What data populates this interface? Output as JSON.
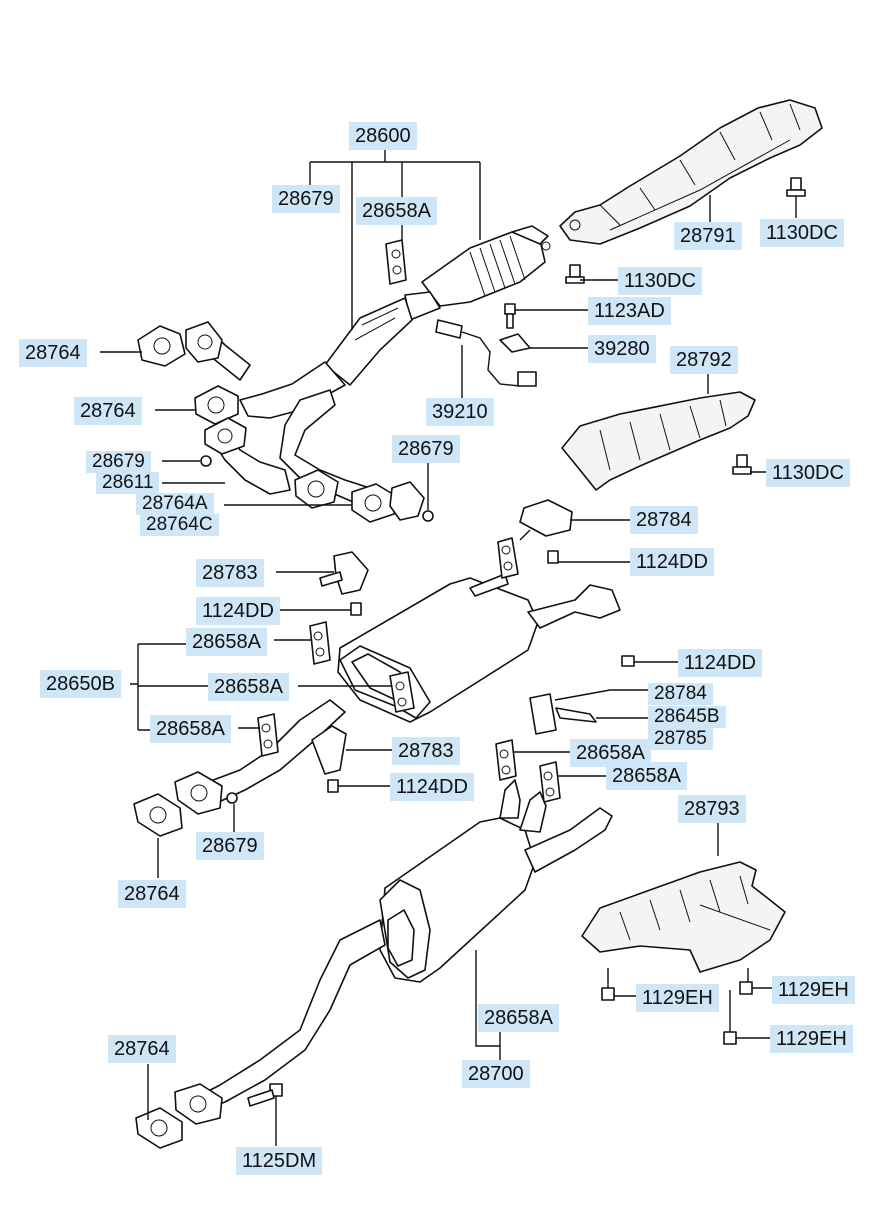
{
  "labels": {
    "l28600": "28600",
    "l28679a": "28679",
    "l28658A_top": "28658A",
    "l28791": "28791",
    "l1130DC_a": "1130DC",
    "l1130DC_b": "1130DC",
    "l1123AD": "1123AD",
    "l39280": "39280",
    "l28764_a": "28764",
    "l28792": "28792",
    "l39210": "39210",
    "l28764_b": "28764",
    "l28679b": "28679",
    "l1130DC_c": "1130DC",
    "l28679c": "28679",
    "l28611": "28611",
    "l28764A": "28764A",
    "l28764C": "28764C",
    "l28784_a": "28784",
    "l1124DD_a": "1124DD",
    "l28783_a": "28783",
    "l1124DD_b": "1124DD",
    "l28658A_b": "28658A",
    "l1124DD_c": "1124DD",
    "l28650B": "28650B",
    "l28658A_c": "28658A",
    "l28784_b": "28784",
    "l28645B": "28645B",
    "l28785": "28785",
    "l28658A_d": "28658A",
    "l28783_b": "28783",
    "l28658A_e": "28658A",
    "l1124DD_d": "1124DD",
    "l28658A_f": "28658A",
    "l28679d": "28679",
    "l28793": "28793",
    "l28764_c": "28764",
    "l28658A_g": "28658A",
    "l1129EH_a": "1129EH",
    "l1129EH_b": "1129EH",
    "l1129EH_c": "1129EH",
    "l28700": "28700",
    "l28764_d": "28764",
    "l1125DM": "1125DM"
  }
}
